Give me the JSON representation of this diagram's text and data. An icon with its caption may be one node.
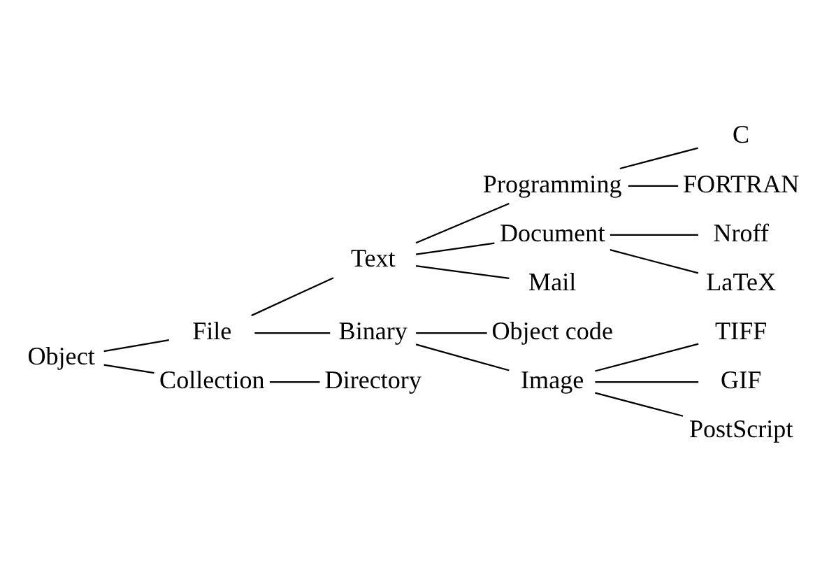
{
  "diagram": {
    "nodes": [
      {
        "text": [
          "C"
        ]
      },
      {
        "text": [
          "Programming"
        ]
      },
      {
        "text": [
          "FORTRAN"
        ]
      },
      {
        "text": [
          "Text"
        ]
      },
      {
        "text": [
          "Document"
        ]
      },
      {
        "text": [
          "Nroff"
        ]
      },
      {
        "text": [
          "LaTeX"
        ]
      },
      {
        "text": [
          "Mail"
        ]
      },
      {
        "text": [
          "File"
        ]
      },
      {
        "text": [
          "Object code"
        ]
      },
      {
        "text": [
          "Object"
        ]
      },
      {
        "text": [
          "Binary"
        ]
      },
      {
        "text": [
          "Collection"
        ]
      },
      {
        "text": [
          "Image"
        ]
      },
      {
        "text": [
          "TIFF"
        ]
      },
      {
        "text": [
          "GIF"
        ]
      },
      {
        "text": [
          "PostScript"
        ]
      },
      {
        "text": [
          "Directory"
        ]
      }
    ],
    "edges": [
      {
        "from": 10,
        "to": 8,
        "arrow": "none"
      },
      {
        "from": 10,
        "to": 12,
        "arrow": "none"
      },
      {
        "from": 8,
        "to": 3,
        "arrow": "none"
      },
      {
        "from": 8,
        "to": 11,
        "arrow": "none"
      },
      {
        "from": 3,
        "to": 1,
        "arrow": "none"
      },
      {
        "from": 3,
        "to": 4,
        "arrow": "none"
      },
      {
        "from": 3,
        "to": 7,
        "arrow": "none"
      },
      {
        "from": 1,
        "to": 0,
        "arrow": "none"
      },
      {
        "from": 1,
        "to": 2,
        "arrow": "none"
      },
      {
        "from": 4,
        "to": 5,
        "arrow": "none"
      },
      {
        "from": 4,
        "to": 6,
        "arrow": "none"
      },
      {
        "from": 11,
        "to": 9,
        "arrow": "none"
      },
      {
        "from": 11,
        "to": 13,
        "arrow": "none"
      },
      {
        "from": 13,
        "to": 14,
        "arrow": "none"
      },
      {
        "from": 13,
        "to": 15,
        "arrow": "none"
      },
      {
        "from": 13,
        "to": 16,
        "arrow": "none"
      },
      {
        "from": 12,
        "to": 17,
        "arrow": "none"
      }
    ]
  }
}
